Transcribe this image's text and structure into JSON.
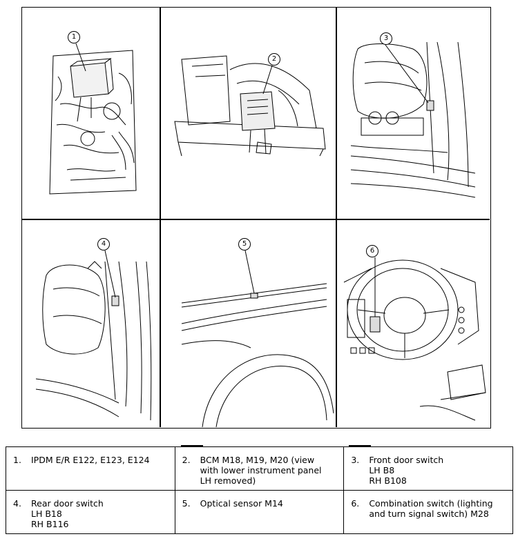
{
  "callouts": [
    "1",
    "2",
    "3",
    "4",
    "5",
    "6"
  ],
  "legend": [
    {
      "number": "1.",
      "text": "IPDM E/R E122, E123, E124"
    },
    {
      "number": "2.",
      "text": "BCM M18, M19, M20 (view with lower instrument panel LH removed)"
    },
    {
      "number": "3.",
      "text": "Front door switch\nLH B8\nRH B108"
    },
    {
      "number": "4.",
      "text": "Rear door switch\nLH B18\nRH B116"
    },
    {
      "number": "5.",
      "text": "Optical sensor M14"
    },
    {
      "number": "6.",
      "text": "Combination switch (lighting and turn signal switch) M28"
    }
  ]
}
